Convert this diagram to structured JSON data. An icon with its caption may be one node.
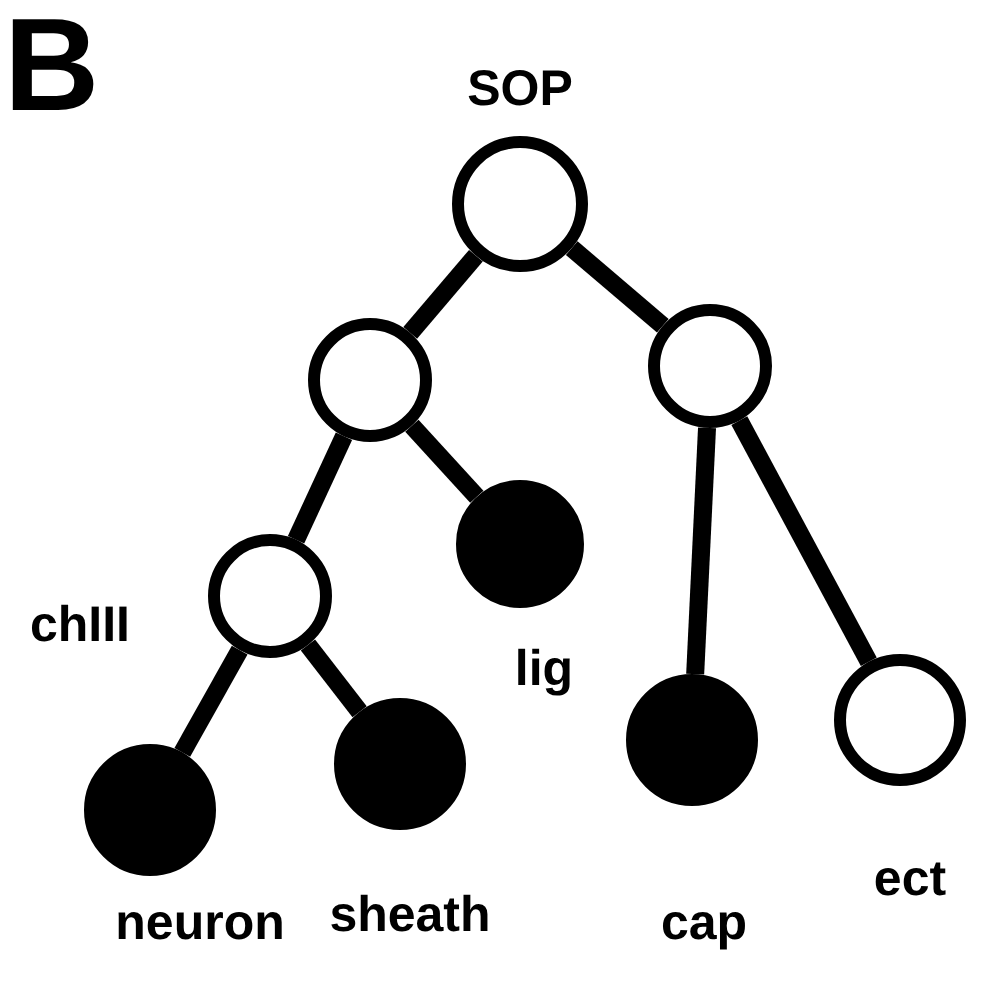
{
  "diagram": {
    "nodes": [
      {
        "text": [
          "SOP"
        ]
      },
      {
        "text": [],
        "shape": "circle"
      },
      {
        "text": [],
        "shape": "circle"
      },
      {
        "text": [
          "chIII"
        ]
      },
      {
        "text": [
          "lig"
        ]
      },
      {
        "text": [
          "neuron"
        ]
      },
      {
        "text": [
          "sheath"
        ]
      },
      {
        "text": [
          "cap"
        ]
      },
      {
        "text": [
          "ect"
        ]
      }
    ],
    "edges": [
      {
        "from": 0,
        "to": 1,
        "arrow": "none"
      },
      {
        "from": 0,
        "to": 2,
        "arrow": "none"
      },
      {
        "from": 1,
        "to": 3,
        "arrow": "none"
      },
      {
        "from": 1,
        "to": 4,
        "arrow": "none"
      },
      {
        "from": 3,
        "to": 5,
        "arrow": "none"
      },
      {
        "from": 3,
        "to": 6,
        "arrow": "none"
      },
      {
        "from": 2,
        "to": 7,
        "arrow": "none"
      },
      {
        "from": 2,
        "to": 8,
        "arrow": "none"
      }
    ],
    "labels": [
      "B"
    ]
  }
}
